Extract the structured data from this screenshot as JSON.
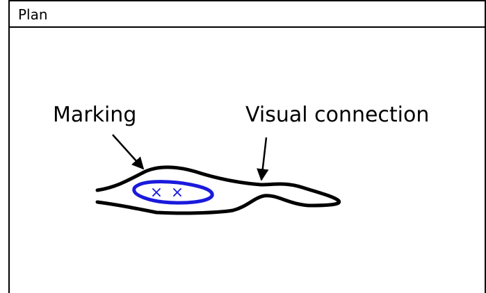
{
  "panel": {
    "title": "Plan"
  },
  "labels": {
    "marking": "Marking",
    "visual_connection": "Visual connection"
  },
  "marks": {
    "cross_glyph": "×",
    "cross_count": 2
  },
  "colors": {
    "outline": "#000000",
    "marking": "#1a1adc"
  }
}
